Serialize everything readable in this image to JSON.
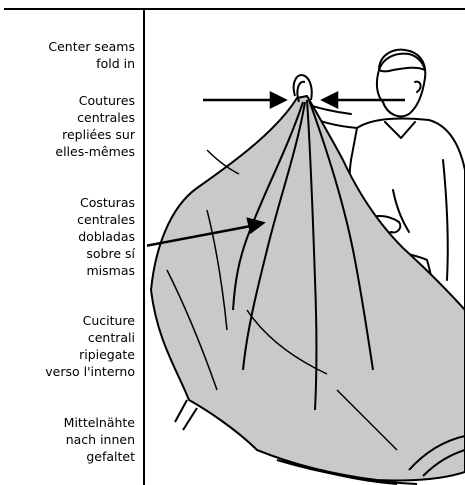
{
  "captions": {
    "english": "Center seams\nfold in",
    "french": "Coutures\ncentrales\nrepliées sur\nelles-mêmes",
    "spanish": "Costuras\ncentrales\ndobladas\nsobre sí\nmismas",
    "italian": "Cuciture\ncentrali\nripiegate\nverso l'interno",
    "german": "Mittelnähte\nnach innen\ngefaltet"
  },
  "colors": {
    "line": "#000000",
    "cover_fill": "#c9c9c9",
    "background": "#ffffff"
  },
  "icons": [
    "arrow-left-pointing",
    "arrow-right-pointing",
    "diagonal-pointer-arrow"
  ]
}
